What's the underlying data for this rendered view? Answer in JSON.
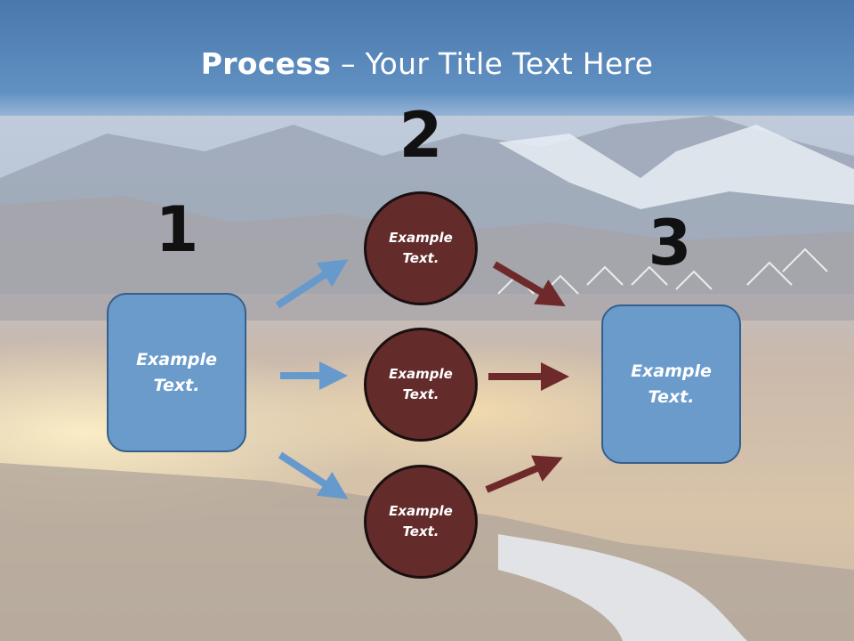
{
  "title": {
    "bold": "Process",
    "rest": " – Your Title Text Here"
  },
  "steps": {
    "one": "1",
    "two": "2",
    "three": "3"
  },
  "boxes": {
    "left": "Example Text.",
    "right": "Example Text."
  },
  "circles": {
    "top": "Example Text.",
    "middle": "Example Text.",
    "bottom": "Example Text."
  },
  "colors": {
    "box_fill": "#6b9bcb",
    "circle_fill": "#642b2b",
    "blue_arrow": "#6699cc",
    "red_arrow": "#6e2a2a",
    "title_band": "#4f7fb4"
  }
}
